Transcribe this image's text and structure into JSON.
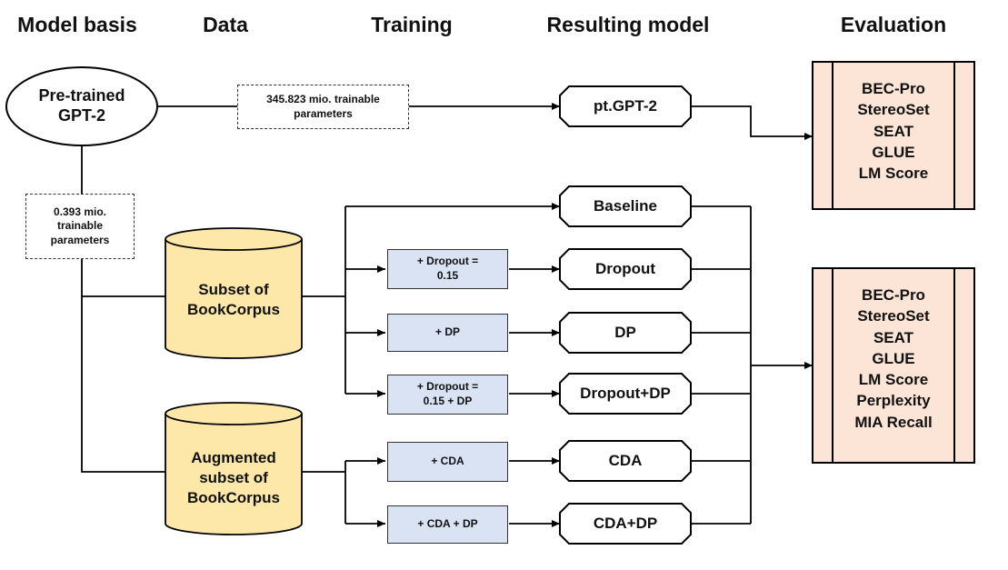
{
  "headers": {
    "model_basis": "Model basis",
    "data": "Data",
    "training": "Training",
    "resulting_model": "Resulting model",
    "evaluation": "Evaluation"
  },
  "pretrained": {
    "line1": "Pre-trained",
    "line2": "GPT-2"
  },
  "params_full": {
    "line1": "345.823 mio. trainable",
    "line2": "parameters"
  },
  "params_small": {
    "line1": "0.393 mio.",
    "line2": "trainable",
    "line3": "parameters"
  },
  "datasets": {
    "subset": {
      "line1": "Subset of",
      "line2": "BookCorpus"
    },
    "augmented": {
      "line1": "Augmented",
      "line2": "subset of",
      "line3": "BookCorpus"
    }
  },
  "training_steps": {
    "dropout": {
      "line1": "+ Dropout =",
      "line2": "0.15"
    },
    "dp": "+ DP",
    "dropout_dp": {
      "line1": "+ Dropout =",
      "line2": "0.15 + DP"
    },
    "cda": "+ CDA",
    "cda_dp": "+ CDA + DP"
  },
  "models": {
    "pt_gpt2": "pt.GPT-2",
    "baseline": "Baseline",
    "dropout": "Dropout",
    "dp": "DP",
    "dropout_dp": "Dropout+DP",
    "cda": "CDA",
    "cda_dp": "CDA+DP"
  },
  "evaluation_top": [
    "BEC-Pro",
    "StereoSet",
    "SEAT",
    "GLUE",
    "LM Score"
  ],
  "evaluation_bottom": [
    "BEC-Pro",
    "StereoSet",
    "SEAT",
    "GLUE",
    "LM Score",
    "Perplexity",
    "MIA Recall"
  ],
  "colors": {
    "cylinder_fill": "#fde7a9",
    "training_fill": "#dae3f3",
    "evaluation_fill": "#fce4d6",
    "stroke": "#000000"
  }
}
